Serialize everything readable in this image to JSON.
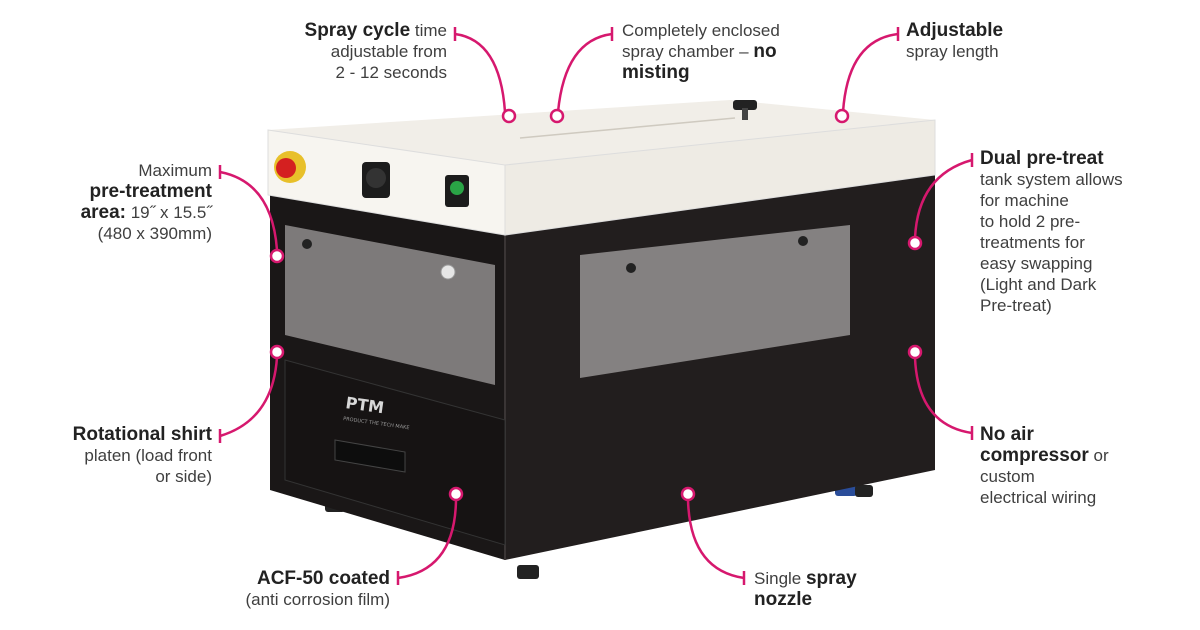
{
  "accent_color": "#d6186e",
  "machine": {
    "logo": "PTM",
    "logo_tagline": "PRODUCT THE TECH MAKE",
    "knob_icon": "dial-knob-icon",
    "emergency_icon": "emergency-stop-button-icon",
    "start_icon": "green-start-button-icon"
  },
  "callouts": {
    "spray_cycle": {
      "bold": "Spray cycle",
      "rest1": " time",
      "line2": "adjustable from",
      "line3": "2 - 12 seconds"
    },
    "enclosed": {
      "line1": "Completely enclosed",
      "line2a": "spray chamber – ",
      "line2b": "no",
      "line3": "misting"
    },
    "adjustable": {
      "bold": "Adjustable",
      "line2": "spray length"
    },
    "max_area": {
      "line1": "Maximum",
      "line2": "pre-treatment",
      "line3a": "area:",
      "line3b": " 19˝ x 15.5˝",
      "line4": "(480 x 390mm)"
    },
    "dual": {
      "bold": "Dual pre-treat",
      "lines": [
        "tank system allows",
        "for machine",
        "to hold 2 pre-",
        "treatments for",
        "easy swapping",
        "(Light and Dark",
        "Pre-treat)"
      ]
    },
    "rotational": {
      "bold": "Rotational shirt",
      "line2": "platen (load front",
      "line3": "or side)"
    },
    "no_air": {
      "bold1": "No air",
      "bold2": "compressor",
      "rest2": " or",
      "line3": "custom",
      "line4": "electrical wiring"
    },
    "acf": {
      "bold": "ACF-50 coated",
      "line2": "(anti corrosion film)"
    },
    "nozzle": {
      "line1a": "Single ",
      "line1b": "spray",
      "line2": "nozzle"
    }
  }
}
